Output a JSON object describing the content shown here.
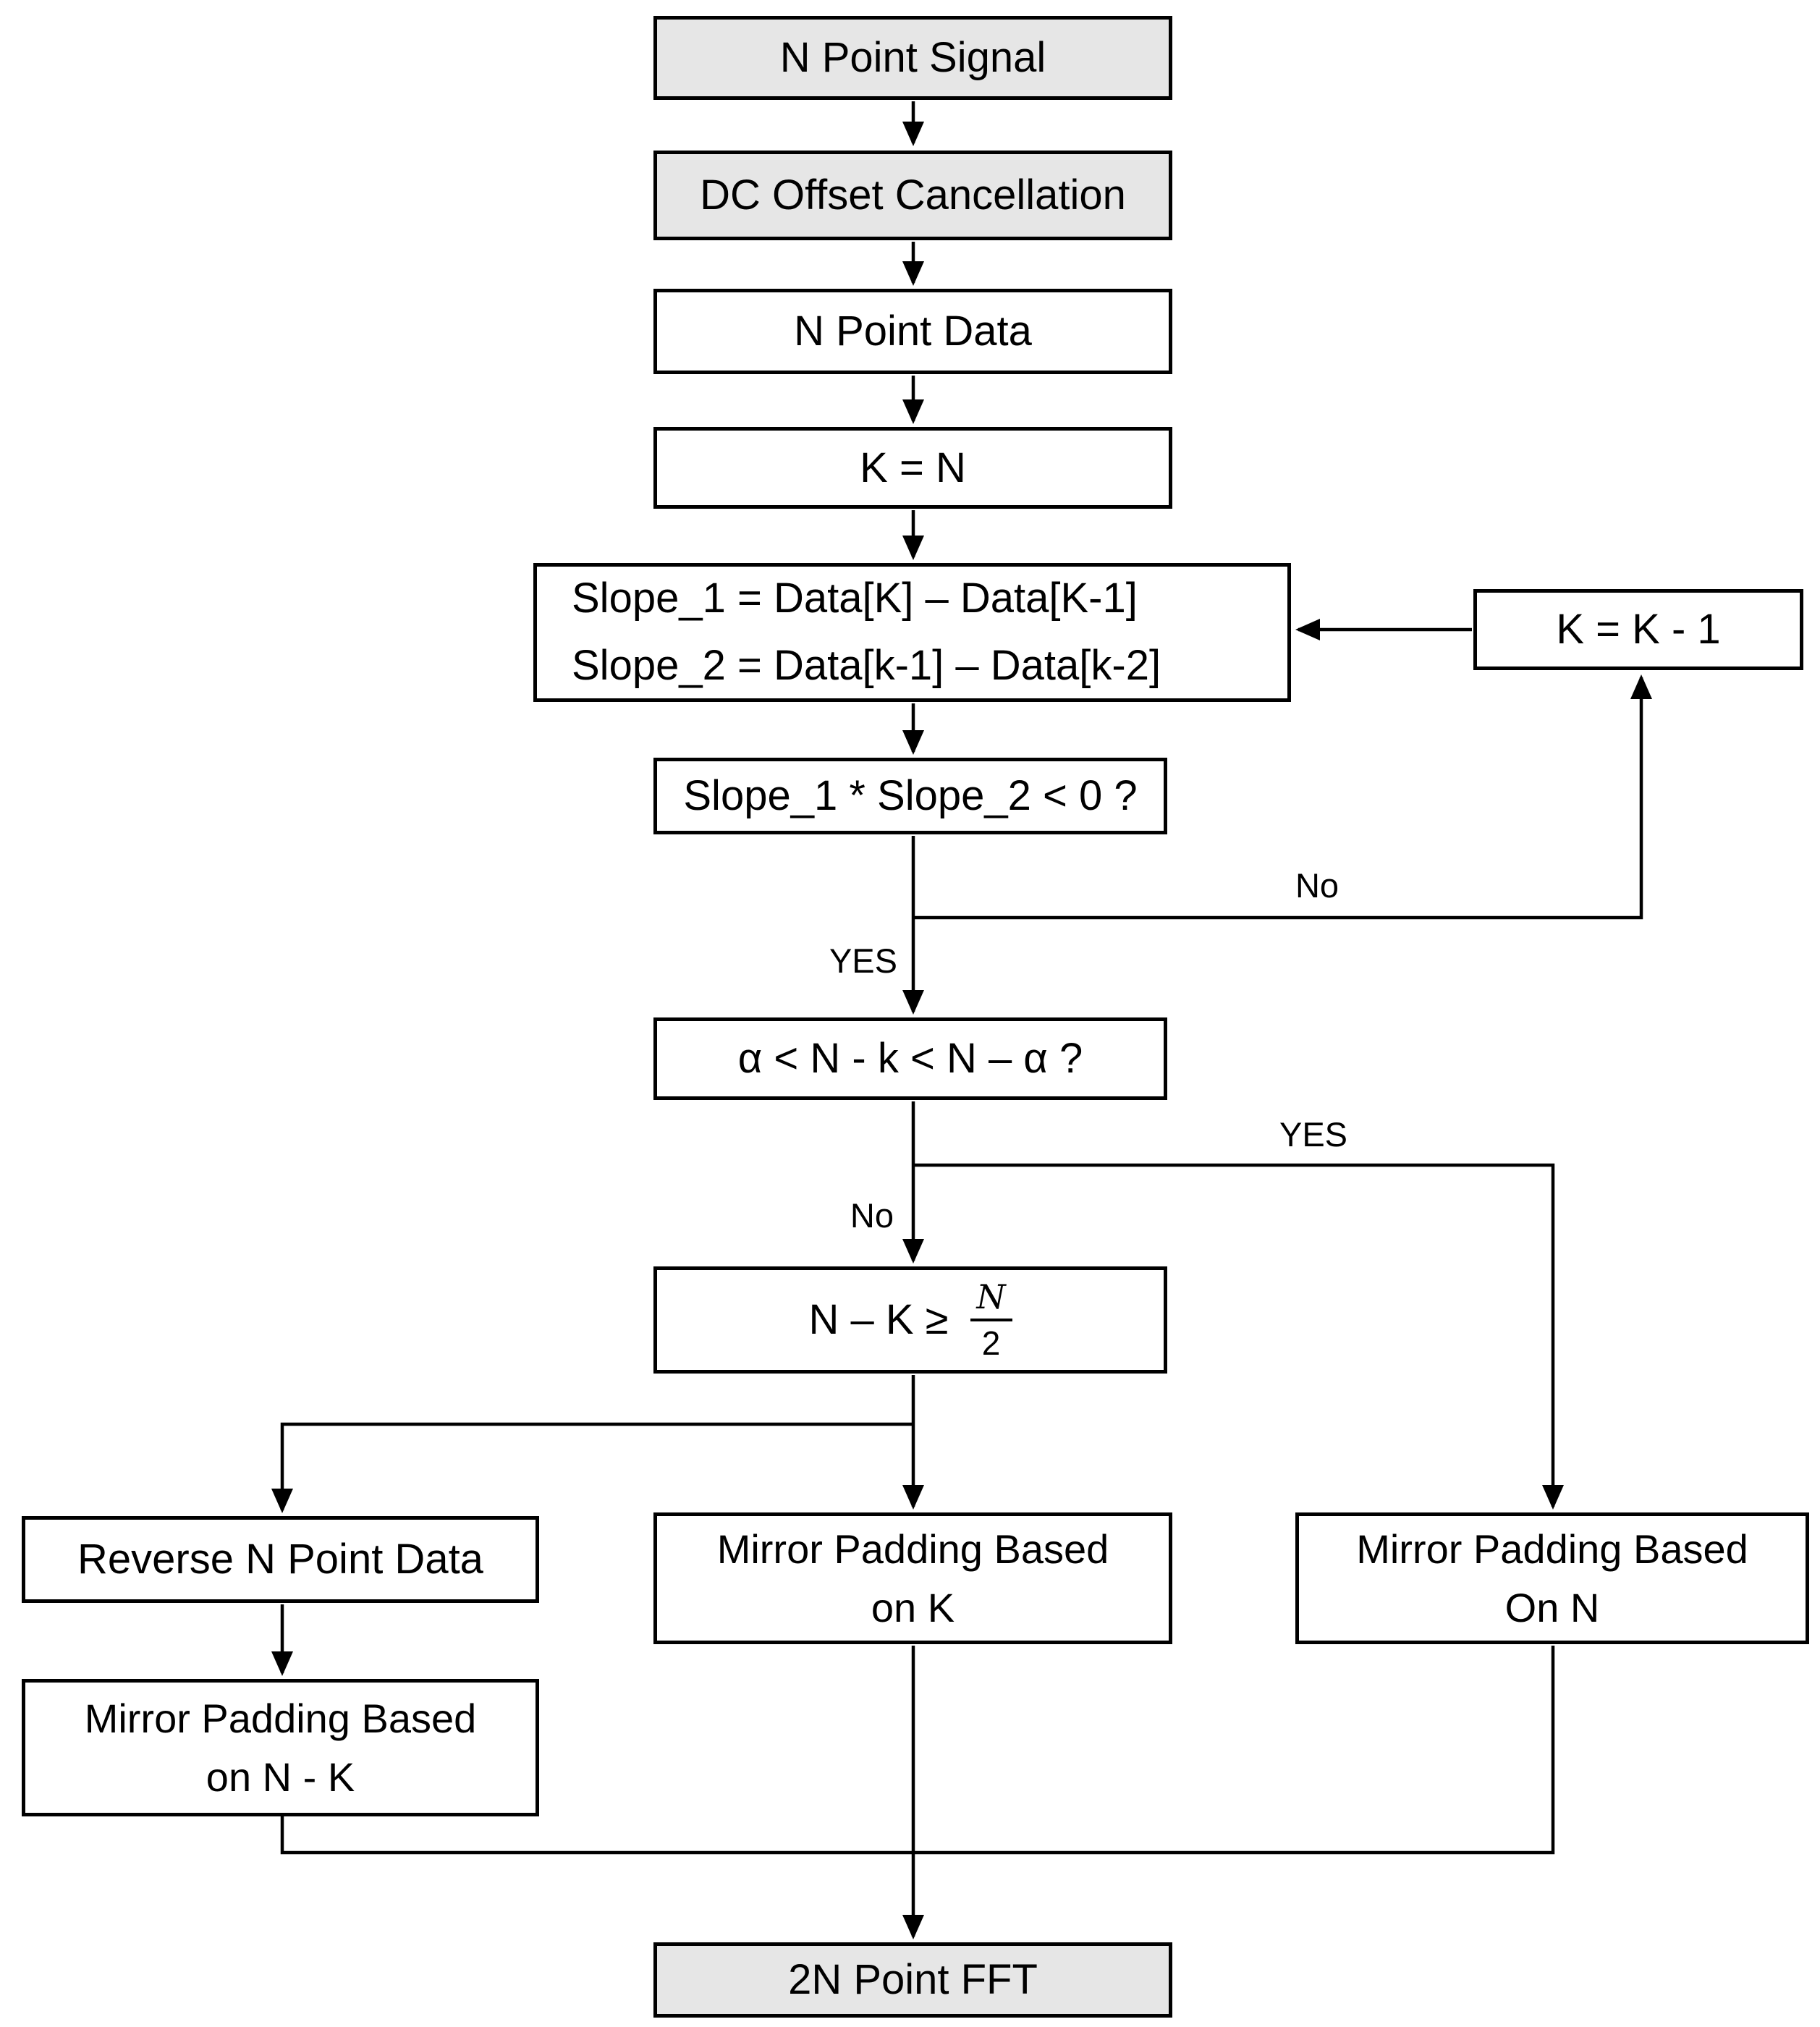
{
  "diagram": {
    "nodes": {
      "n_point_signal": {
        "label": "N Point Signal"
      },
      "dc_offset": {
        "label": "DC Offset Cancellation"
      },
      "n_point_data": {
        "label": "N Point Data"
      },
      "k_eq_n": {
        "label": "K = N"
      },
      "slope_calc": {
        "line1": "Slope_1 = Data[K] – Data[K-1]",
        "line2": "Slope_2 = Data[k-1] – Data[k-2]"
      },
      "k_eq_k_minus_1": {
        "label": "K = K - 1"
      },
      "slope_product_check": {
        "label": "Slope_1 * Slope_2 < 0 ?"
      },
      "alpha_range_check": {
        "label": "α < N - k < N – α ?"
      },
      "nk_half_check": {
        "prefix": "N – K ≥",
        "fraction_numerator": "N",
        "fraction_denominator": "2"
      },
      "reverse_data": {
        "label": "Reverse N Point Data"
      },
      "mirror_k": {
        "line1": "Mirror Padding Based",
        "line2": "on K"
      },
      "mirror_n": {
        "line1": "Mirror Padding Based",
        "line2": "On N"
      },
      "mirror_n_minus_k": {
        "line1": "Mirror Padding Based",
        "line2": "on N - K"
      },
      "fft": {
        "label": "2N Point FFT"
      }
    },
    "edge_labels": {
      "slope_check_no": "No",
      "slope_check_yes": "YES",
      "alpha_check_yes": "YES",
      "alpha_check_no": "No"
    },
    "colors": {
      "terminal_fill": "#e6e6e6",
      "process_fill": "#ffffff",
      "border": "#000000",
      "connector": "#000000"
    }
  }
}
